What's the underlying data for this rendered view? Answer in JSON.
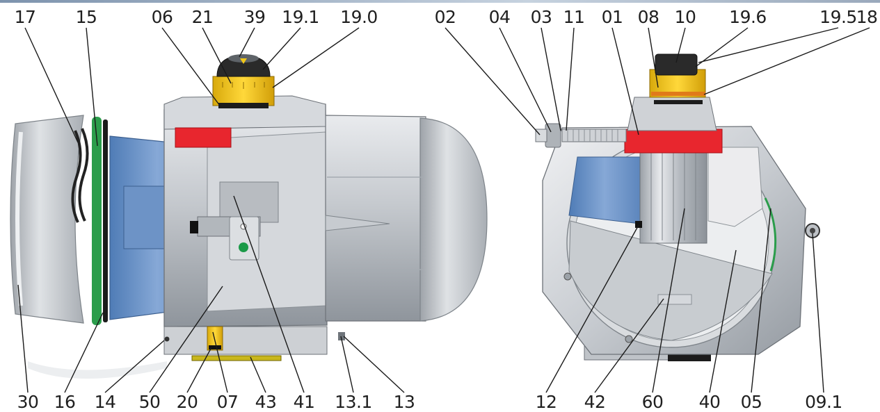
{
  "diagram": {
    "colors": {
      "housing": "#c9ccd0",
      "cap": "#b2b6bb",
      "piston": "#6f96c8",
      "bracket": "#e8262e",
      "indicator": "#f2c818",
      "oring": "#2b9d4b"
    },
    "labels": {
      "top_left": [
        "17",
        "15",
        "06",
        "21",
        "39",
        "19.1",
        "19.0"
      ],
      "top_right": [
        "02",
        "04",
        "03",
        "11",
        "01",
        "08",
        "10",
        "19.6",
        "19.5",
        "18"
      ],
      "bottom_left": [
        "30",
        "16",
        "14",
        "50",
        "20",
        "07",
        "43",
        "41",
        "13.1",
        "13"
      ],
      "bottom_right": [
        "12",
        "42",
        "60",
        "40",
        "05",
        "09.1"
      ]
    }
  }
}
